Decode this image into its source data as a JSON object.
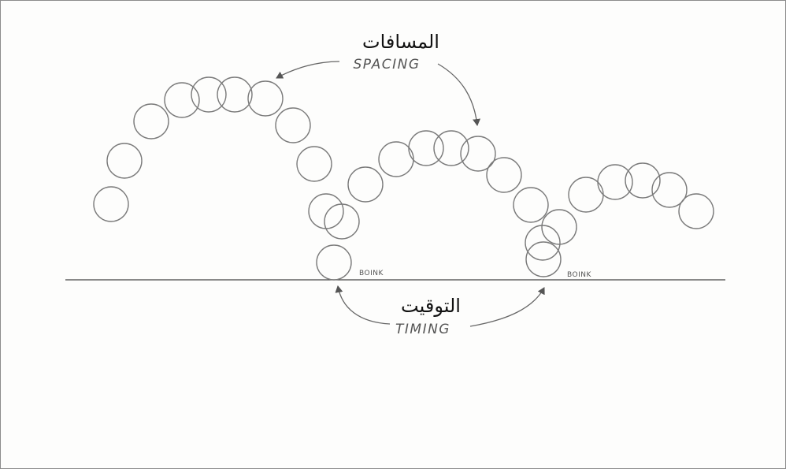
{
  "labels": {
    "spacing_ar": "المسافات",
    "spacing_en": "SPACING",
    "timing_ar": "التوقيت",
    "timing_en": "TIMING",
    "boink_1": "BOINK",
    "boink_2": "BOINK"
  }
}
